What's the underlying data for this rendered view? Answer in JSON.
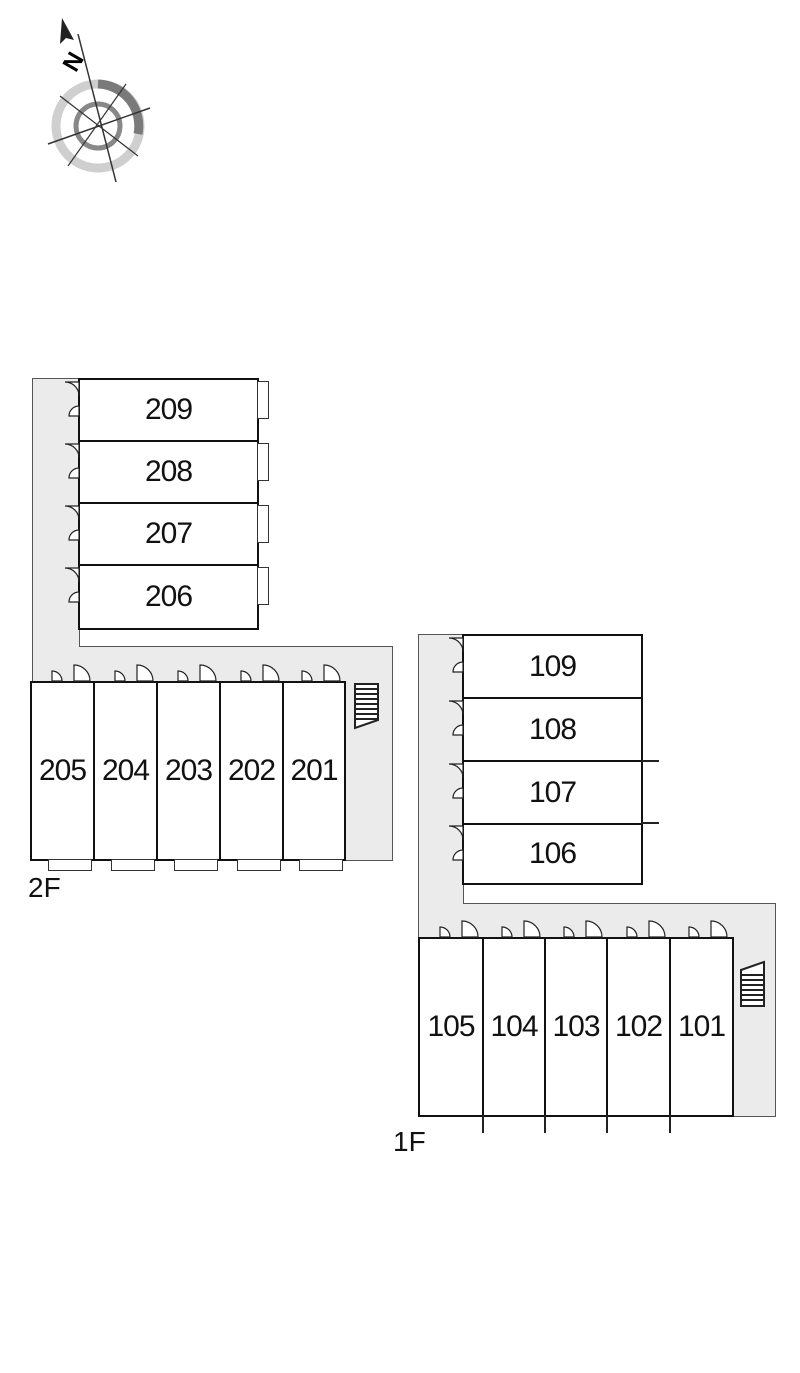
{
  "compass": {
    "north_label": "N"
  },
  "floor2": {
    "label": "2F",
    "vertical_units": [
      "209",
      "208",
      "207",
      "206"
    ],
    "horizontal_units": [
      "205",
      "204",
      "203",
      "202",
      "201"
    ]
  },
  "floor1": {
    "label": "1F",
    "vertical_units": [
      "109",
      "108",
      "107",
      "106"
    ],
    "horizontal_units": [
      "105",
      "104",
      "103",
      "102",
      "101"
    ]
  }
}
